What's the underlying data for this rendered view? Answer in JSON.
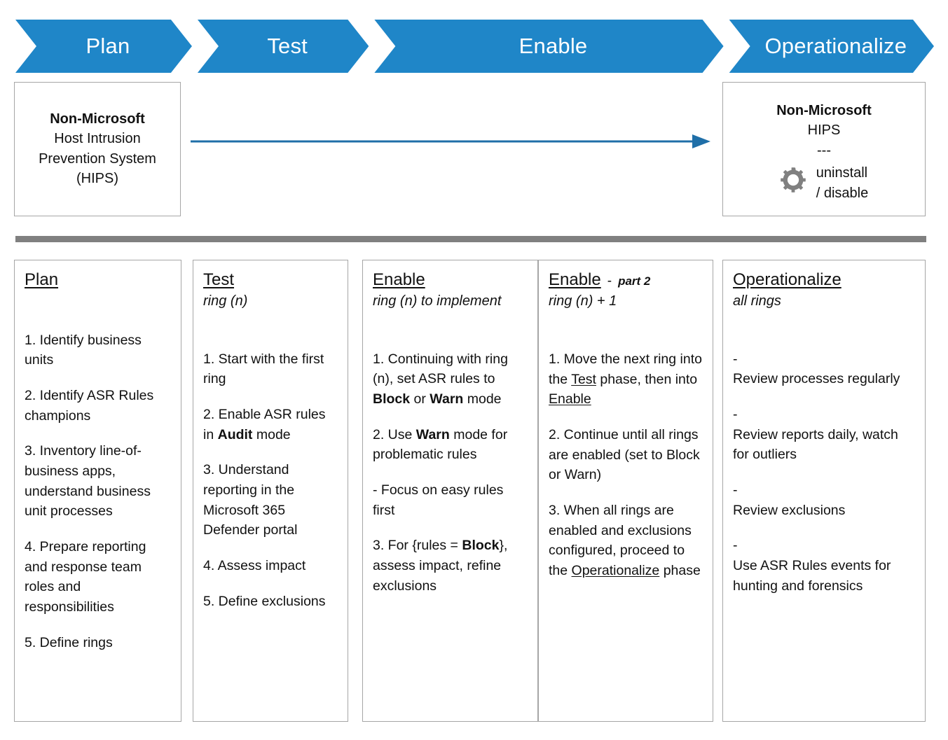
{
  "colors": {
    "chevron_blue": "#1F86C8",
    "arrow_blue": "#1F6FA8",
    "separator_gray": "#808080",
    "box_border": "#A6A6A6",
    "text": "#111111"
  },
  "banner": {
    "phases": [
      {
        "label": "Plan"
      },
      {
        "label": "Test"
      },
      {
        "label": "Enable"
      },
      {
        "label": "Operationalize"
      }
    ]
  },
  "hips_left": {
    "title": "Non-Microsoft",
    "line2": "Host Intrusion",
    "line3": "Prevention System",
    "line4": "(HIPS)"
  },
  "hips_right": {
    "title": "Non-Microsoft",
    "line2": "HIPS",
    "line3": "---",
    "icon": "gear-icon",
    "action_line1": "uninstall",
    "action_line2": "/ disable"
  },
  "arrow": {
    "icon": "right-arrow-icon"
  },
  "columns": [
    {
      "id": "plan",
      "heading": "Plan",
      "heading_dash": "",
      "heading_suffix": "",
      "subtitle": "",
      "items": [
        {
          "text": "1. Identify business units"
        },
        {
          "text": "2. Identify ASR Rules champions"
        },
        {
          "text": "3. Inventory line-of-business apps, understand business unit processes"
        },
        {
          "text": "4.  Prepare reporting and response team roles and responsibilities"
        },
        {
          "text": "5. Define rings"
        }
      ]
    },
    {
      "id": "test",
      "heading": "Test",
      "heading_dash": "",
      "heading_suffix": "",
      "subtitle": "ring (n)",
      "items": [
        {
          "text": "1. Start with the first ring"
        },
        {
          "html": "2. Enable ASR rules in <span class=\"b\">Audit</span> mode"
        },
        {
          "text": "3. Understand reporting in the Microsoft 365 Defender portal"
        },
        {
          "text": "4. Assess impact"
        },
        {
          "text": "5. Define exclusions"
        }
      ]
    },
    {
      "id": "enable1",
      "heading": "Enable",
      "heading_dash": "",
      "heading_suffix": "",
      "subtitle": "ring (n) to implement",
      "items": [
        {
          "html": "1. Continuing with ring (n), set ASR rules to <span class=\"b\">Block</span> or <span class=\"b\">Warn</span> mode"
        },
        {
          "html": "2. Use <span class=\"b\">Warn</span> mode for problematic rules"
        },
        {
          "text": "- Focus on easy rules first"
        },
        {
          "html": "3. For {rules = <span class=\"b\">Block</span>}, assess impact, refine exclusions"
        }
      ]
    },
    {
      "id": "enable2",
      "heading": "Enable",
      "heading_dash": "-",
      "heading_suffix": "part 2",
      "subtitle": "ring (n) + 1",
      "items": [
        {
          "html": "1. Move the next ring into the <span class=\"u\">Test</span> phase, then into <span class=\"u\">Enable</span>"
        },
        {
          "text": "2. Continue until all rings are enabled (set to Block or Warn)"
        },
        {
          "html": "3. When all rings are enabled and exclusions configured, proceed to the <span class=\"u\">Operationalize</span> phase"
        }
      ]
    },
    {
      "id": "ops",
      "heading": "Operationalize",
      "heading_dash": "",
      "heading_suffix": "",
      "subtitle": "all rings",
      "items": [
        {
          "html": "<span class=\"dash-line\">-</span><br>Review processes regularly"
        },
        {
          "html": "<span class=\"dash-line\">-</span><br>Review reports daily, watch for outliers"
        },
        {
          "html": "<span class=\"dash-line\">-</span><br>Review exclusions"
        },
        {
          "html": "<span class=\"dash-line\">-</span><br>Use ASR Rules events for hunting and forensics"
        }
      ]
    }
  ]
}
